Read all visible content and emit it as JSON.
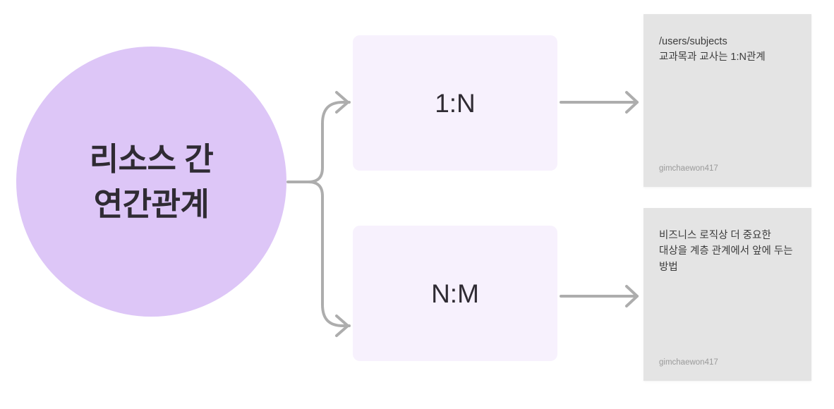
{
  "diagram": {
    "background_color": "#ffffff",
    "connector_color": "#adadad",
    "root": {
      "label_line1": "리소스 간",
      "label_line2": "연간관계",
      "fill_color": "#ddc6f7",
      "text_color": "#2f2b33"
    },
    "branches": [
      {
        "label": "1:N",
        "fill_color": "#f7f1fd",
        "note": {
          "lines": [
            "/users/subjects",
            "교과목과 교사는 1:N관계"
          ],
          "author": "gimchaewon417",
          "fill_color": "#e4e4e4"
        }
      },
      {
        "label": "N:M",
        "fill_color": "#f7f1fd",
        "note": {
          "lines": [
            "비즈니스 로직상 더 중요한 대상을 계층 관계에서 앞에 두는 방법"
          ],
          "author": "gimchaewon417",
          "fill_color": "#e4e4e4"
        }
      }
    ]
  }
}
